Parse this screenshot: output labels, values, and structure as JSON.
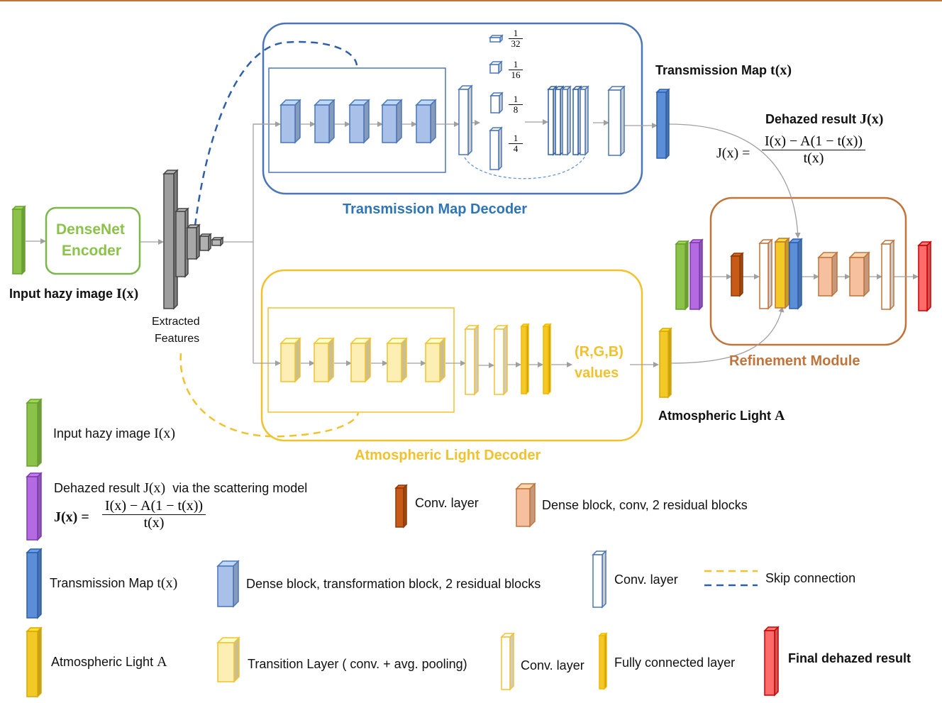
{
  "colors": {
    "green": "#8bc34a",
    "purple": "#b36ae2",
    "blue": "#5b8ed6",
    "light_blue": "#a9c0e8",
    "yellow": "#f2c927",
    "light_yellow": "#fdefb4",
    "orange": "#c85a17",
    "light_orange": "#f6bf9d",
    "red": "#ff6b6b",
    "gray": "#a0a0a0",
    "tmap_decoder_border": "#4a76b8",
    "alight_decoder_border": "#f2c12e",
    "refine_border": "#c0743a",
    "encoder_border": "#7ab648"
  },
  "labels": {
    "encoder_line1": "DenseNet",
    "encoder_line2": "Encoder",
    "input_label": "Input hazy image ",
    "input_label_math": "I(x)",
    "extracted_line1": "Extracted",
    "extracted_line2": "Features",
    "tmap_decoder": "Transmission Map Decoder",
    "alight_decoder": "Atmospheric Light Decoder",
    "refine_module": "Refinement Module",
    "tmap_output": "Transmission Map ",
    "tmap_output_math": "t(x)",
    "dehazed_title": "Dehazed result ",
    "dehazed_title_math": "J(x)",
    "eq_lhs": "J(x) =",
    "eq_num": "I(x) − A(1 − t(x))",
    "eq_den": "t(x)",
    "rgb_line1": "(R,G,B)",
    "rgb_line2": "values",
    "alight_output": "Atmospheric Light ",
    "alight_output_math": "A",
    "scale_1_32_num": "1",
    "scale_1_32_den": "32",
    "scale_1_16_num": "1",
    "scale_1_16_den": "16",
    "scale_1_8_num": "1",
    "scale_1_8_den": "8",
    "scale_1_4_num": "1",
    "scale_1_4_den": "4"
  },
  "legend": {
    "input": "Input hazy image ",
    "input_math": "I(x)",
    "dehazed": "Dehazed result ",
    "dehazed_math": "J(x)",
    "dehazed_suffix": "  via the scattering model",
    "legend_eq_lhs": "J(x) =",
    "legend_eq_num": "I(x) − A(1 − t(x))",
    "legend_eq_den": "t(x)",
    "conv_orange": "Conv. layer",
    "dense_orange": "Dense block, conv, 2 residual blocks",
    "tmap": "Transmission Map ",
    "tmap_math": "t(x)",
    "dense_blue": "Dense block, transformation block, 2 residual blocks",
    "conv_white_blue": "Conv. layer",
    "skip": "Skip connection",
    "alight": "Atmospheric Light ",
    "alight_math": "A",
    "transition": "Transition Layer ( conv. + avg. pooling)",
    "conv_white_yellow": "Conv. layer",
    "fc": "Fully connected layer",
    "final": "Final dehazed result"
  }
}
